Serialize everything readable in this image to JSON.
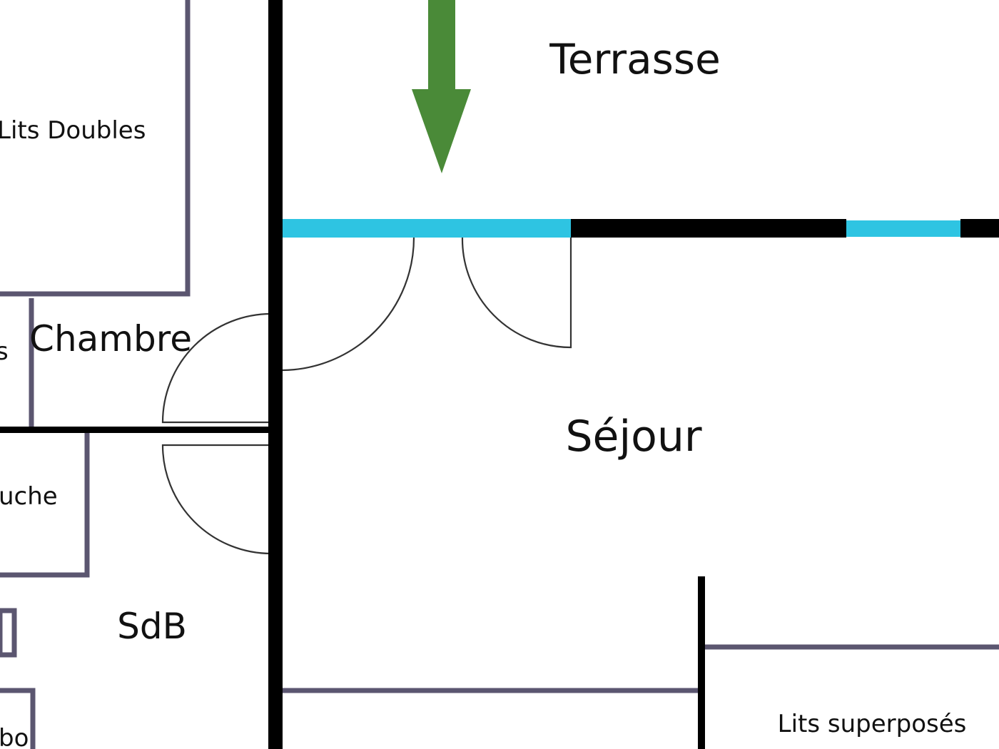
{
  "plan": {
    "rooms": [
      {
        "id": "terrasse",
        "label": "Terrasse"
      },
      {
        "id": "sejour",
        "label": "Séjour"
      },
      {
        "id": "chambre",
        "label": "Chambre"
      },
      {
        "id": "sdb",
        "label": "SdB"
      },
      {
        "id": "lits-doubles",
        "label": "Lits Doubles"
      },
      {
        "id": "douche",
        "label": "uche"
      },
      {
        "id": "lavabo",
        "label": "bo"
      },
      {
        "id": "lits-superposes",
        "label": "Lits superposés"
      },
      {
        "id": "cropped-s",
        "label": "s"
      }
    ],
    "colors": {
      "wall": "#000000",
      "window": "#2ec4e2",
      "furniture": "#5b5670",
      "door": "#333333",
      "entrance_arrow": "#4a8a38"
    },
    "entrance_arrow_icon": "arrow-down-icon"
  }
}
